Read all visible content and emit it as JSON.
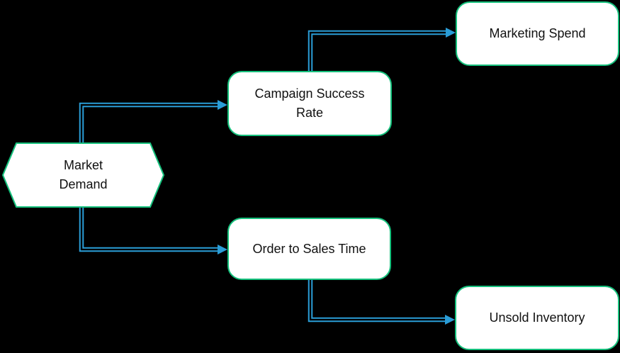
{
  "diagram": {
    "title": "",
    "background_color": "#000000",
    "node_fill_color": "#ffffff",
    "node_border_color": "#15c07c",
    "edge_color": "#2a9dd7",
    "text_color": "#111111",
    "nodes": {
      "market_demand": {
        "label": "Market Demand",
        "shape": "hexagon"
      },
      "campaign_success_rate": {
        "label": "Campaign Success Rate",
        "shape": "rounded-rect"
      },
      "marketing_spend": {
        "label": "Marketing Spend",
        "shape": "rounded-rect"
      },
      "order_to_sales_time": {
        "label": "Order to Sales Time",
        "shape": "rounded-rect"
      },
      "unsold_inventory": {
        "label": "Unsold Inventory",
        "shape": "rounded-rect"
      }
    },
    "edges": [
      {
        "from": "Market Demand",
        "to": "Campaign Success Rate"
      },
      {
        "from": "Market Demand",
        "to": "Order to Sales Time"
      },
      {
        "from": "Campaign Success Rate",
        "to": "Marketing Spend"
      },
      {
        "from": "Order to Sales Time",
        "to": "Unsold Inventory"
      }
    ]
  }
}
